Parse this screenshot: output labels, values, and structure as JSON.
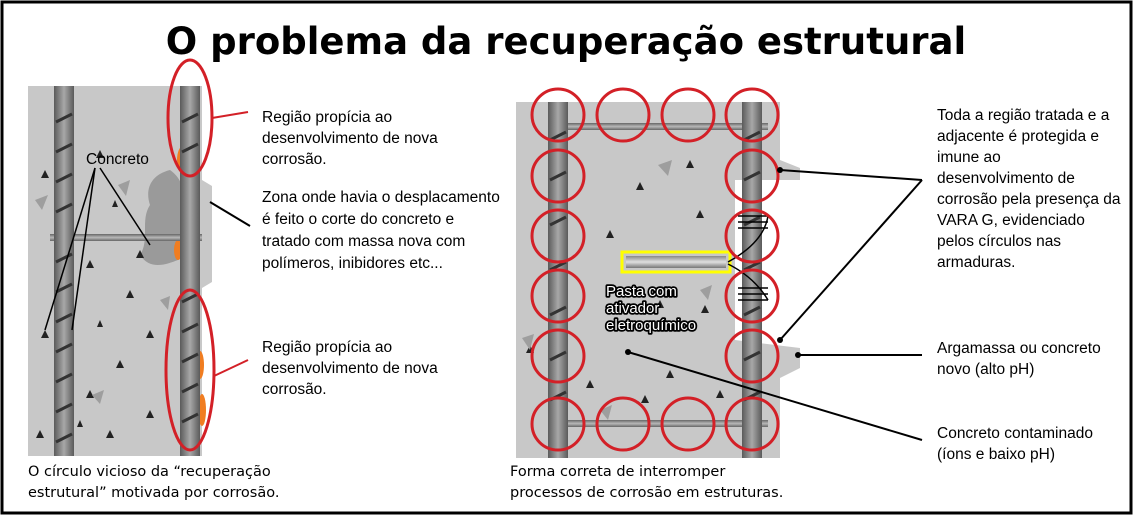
{
  "title": "O problema da recuperação estrutural",
  "left": {
    "concrete_label": "Concreto",
    "note_top": [
      "Região propícia ao",
      "desenvolvimento de nova",
      "corrosão."
    ],
    "note_middle": [
      "Zona onde havia o desplacamento",
      "é feito o corte do concreto e",
      "tratado com massa nova com",
      "polímeros, inibidores etc..."
    ],
    "note_bottom": [
      "Região propícia ao",
      "desenvolvimento de nova",
      "corrosão."
    ],
    "caption": [
      "O círculo vicioso da “recuperação",
      "estrutural” motivada por corrosão."
    ]
  },
  "right": {
    "paste_label": [
      "Pasta com",
      "ativador",
      "eletroquímico"
    ],
    "note_protected": [
      "Toda a região tratada e a",
      "adjacente é protegida e",
      "imune ao",
      "desenvolvimento de",
      "corrosão pela presença da",
      "VARA G, evidenciado",
      "pelos círculos nas",
      "armaduras."
    ],
    "note_mortar": [
      "Argamassa ou concreto",
      "novo (alto pH)"
    ],
    "note_contaminated": [
      "Concreto contaminado",
      "(íons e baixo pH)"
    ],
    "caption": [
      "Forma correta de interromper",
      "processos de corrosão em estruturas."
    ]
  },
  "colors": {
    "concrete": "#c8c8c8",
    "circle": "#d32027",
    "rust": "#f07d21",
    "bar": "#8a8a8a",
    "anode": "#ffff00"
  }
}
